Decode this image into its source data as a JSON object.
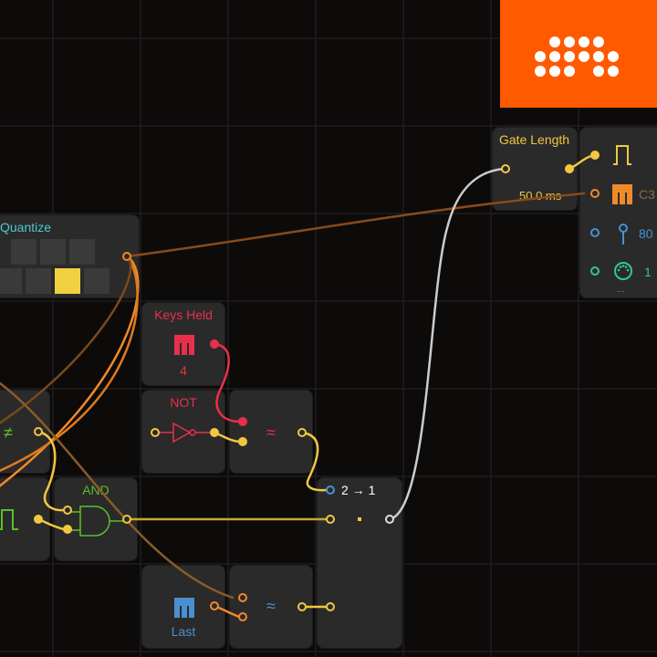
{
  "colors": {
    "accent": "#ff5a00",
    "quantize": "#4fc8d0",
    "keys_held": "#e8304a",
    "not": "#e8304a",
    "and": "#5cbf2a",
    "gate_length": "#f0c840",
    "pitch": "#f08a28",
    "velocity": "#4a90d0",
    "channel": "#30c890",
    "last": "#4a90d0",
    "selector": "#ffffff"
  },
  "logo": {
    "brand": "Bitwig"
  },
  "modules": {
    "quantize": {
      "title": "Quantize",
      "icon": "step-keys-icon"
    },
    "keys_held": {
      "title": "Keys Held",
      "value": "4",
      "icon": "piano-icon"
    },
    "not": {
      "title": "NOT",
      "icon": "not-gate-icon"
    },
    "approx_red": {
      "symbol": "≈"
    },
    "not_equal": {
      "symbol": "≠"
    },
    "pulse": {
      "icon": "pulse-icon"
    },
    "and": {
      "title": "AND",
      "icon": "and-gate-icon"
    },
    "selector": {
      "title": "2 → 1",
      "dot": "·"
    },
    "last": {
      "title": "Last",
      "icon": "piano-icon"
    },
    "approx_blue": {
      "symbol": "≈"
    },
    "gate_length": {
      "title": "Gate Length",
      "value": "50.0 ms"
    },
    "note_out": {
      "pitch": "C3",
      "velocity": "80",
      "channel": "1",
      "more": "..."
    }
  }
}
